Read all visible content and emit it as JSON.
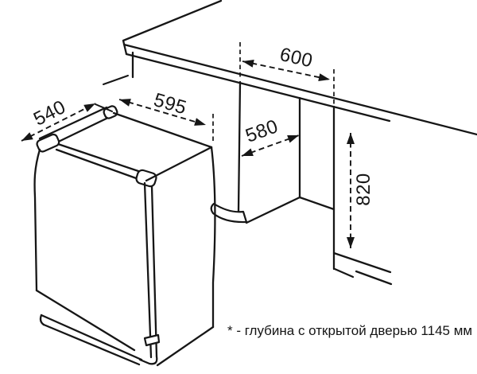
{
  "diagram": {
    "kind": "built-in dishwasher installation drawing",
    "units": "mm",
    "labels": {
      "appliance_depth": "540",
      "appliance_width": "595",
      "niche_width": "600",
      "niche_depth": "580",
      "niche_height": "820"
    },
    "footnote": "* - глубина с открытой дверью 1145 мм",
    "colors": {
      "line": "#161616",
      "background": "#ffffff"
    }
  }
}
